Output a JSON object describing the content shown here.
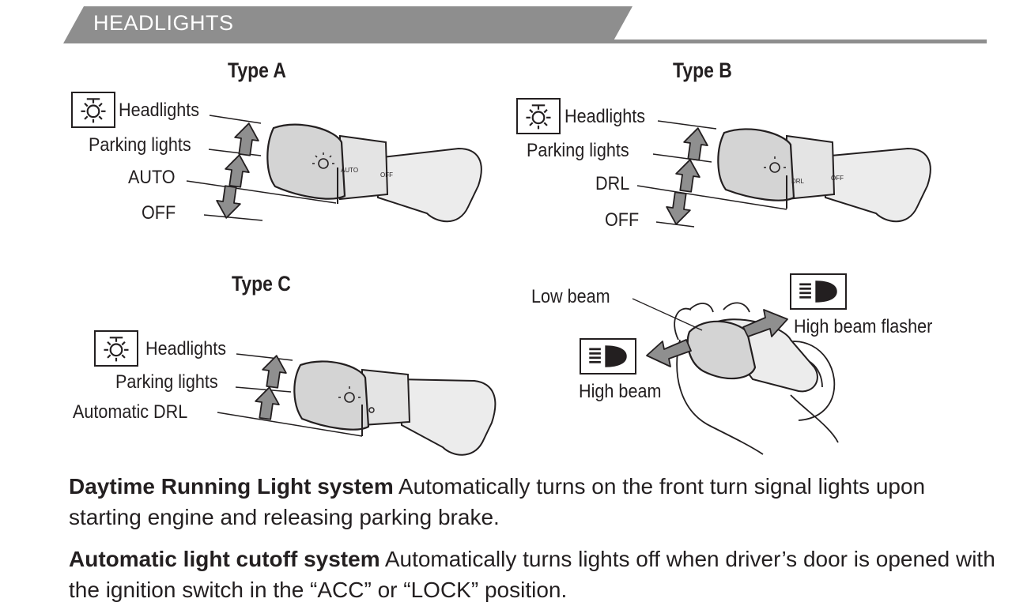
{
  "section": {
    "title": "HEADLIGHTS"
  },
  "type_a": {
    "title": "Type A",
    "labels": {
      "headlights": "Headlights",
      "parking": "Parking lights",
      "auto": "AUTO",
      "off": "OFF"
    },
    "stalk_marks": [
      "AUTO",
      "OFF"
    ]
  },
  "type_b": {
    "title": "Type B",
    "labels": {
      "headlights": "Headlights",
      "parking": "Parking lights",
      "drl": "DRL",
      "off": "OFF"
    },
    "stalk_marks": [
      "DRL",
      "OFF"
    ]
  },
  "type_c": {
    "title": "Type C",
    "labels": {
      "headlights": "Headlights",
      "parking": "Parking lights",
      "auto_drl": "Automatic DRL"
    }
  },
  "beam": {
    "labels": {
      "low_beam": "Low beam",
      "high_beam_flasher": "High beam flasher",
      "high_beam": "High beam"
    }
  },
  "icons": {
    "headlight_switch": "headlight-switch-icon",
    "high_beam": "high-beam-icon"
  },
  "paragraphs": [
    {
      "heading": "Daytime Running Light system",
      "body": " Automatically turns on the front turn signal lights upon starting engine and releasing parking brake."
    },
    {
      "heading": "Automatic light cutoff system",
      "body": " Automatically turns lights off when driver’s door is opened with the ignition switch in the “ACC” or “LOCK” position."
    }
  ],
  "colors": {
    "banner": "#8e8e8e",
    "arrow_fill": "#8f8f8f",
    "stalk_fill": "#e6e6e6",
    "knob_fill": "#d4d4d4",
    "text": "#231f20"
  }
}
